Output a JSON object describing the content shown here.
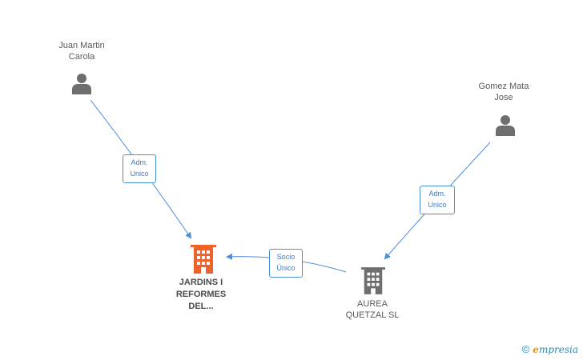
{
  "nodes": {
    "person1": {
      "line1": "Juan Martin",
      "line2": "Carola"
    },
    "person2": {
      "line1": "Gomez Mata",
      "line2": "Jose"
    },
    "company_main": {
      "line1": "JARDINS I",
      "line2": "REFORMES",
      "line3": "DEL..."
    },
    "company_aurea": {
      "line1": "AUREA",
      "line2": "QUETZAL SL"
    }
  },
  "edges": {
    "edge1": {
      "line1": "Adm.",
      "line2": "Unico"
    },
    "edge2": {
      "line1": "Adm.",
      "line2": "Unico"
    },
    "edge3": {
      "line1": "Socio",
      "line2": "Único"
    }
  },
  "brand": {
    "copyright": "©",
    "e": "e",
    "rest": "mpresia"
  },
  "colors": {
    "edge": "#4a8fd8",
    "main_company": "#f0622c",
    "company": "#6e6e6e",
    "person": "#6e6e6e"
  }
}
